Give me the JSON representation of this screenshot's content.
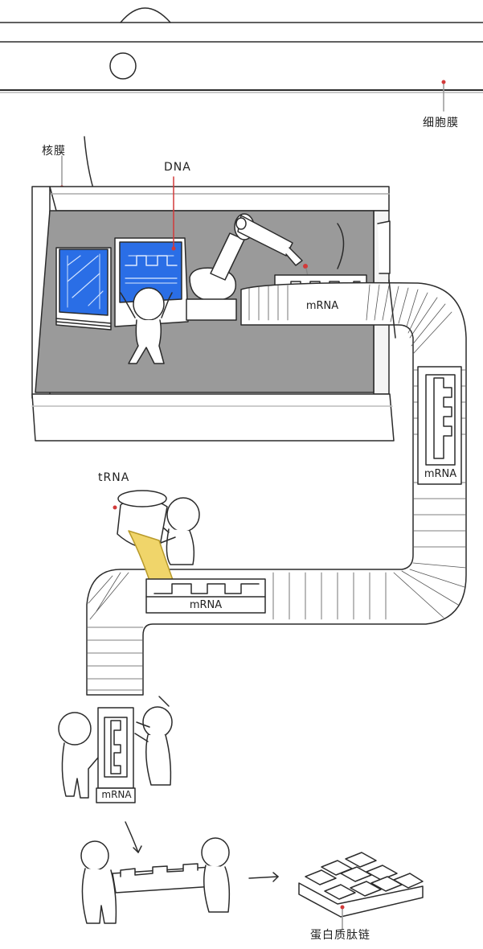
{
  "labels": {
    "cell_membrane": "细胞膜",
    "nuclear_membrane": "核膜",
    "dna": "DNA",
    "trna": "tRNA",
    "protein_chain": "蛋白质肽链"
  },
  "mrna_labels": {
    "factory": "mRNA",
    "conveyor_vertical": "mRNA",
    "ribosome": "mRNA",
    "carried": "mRNA"
  },
  "colors": {
    "line": "#2b2b2b",
    "floor": "#9a9a9a",
    "screen_blue": "#2a6ee6",
    "pointer_red": "#d23a3a",
    "trna_yellow": "#f0d56a"
  }
}
